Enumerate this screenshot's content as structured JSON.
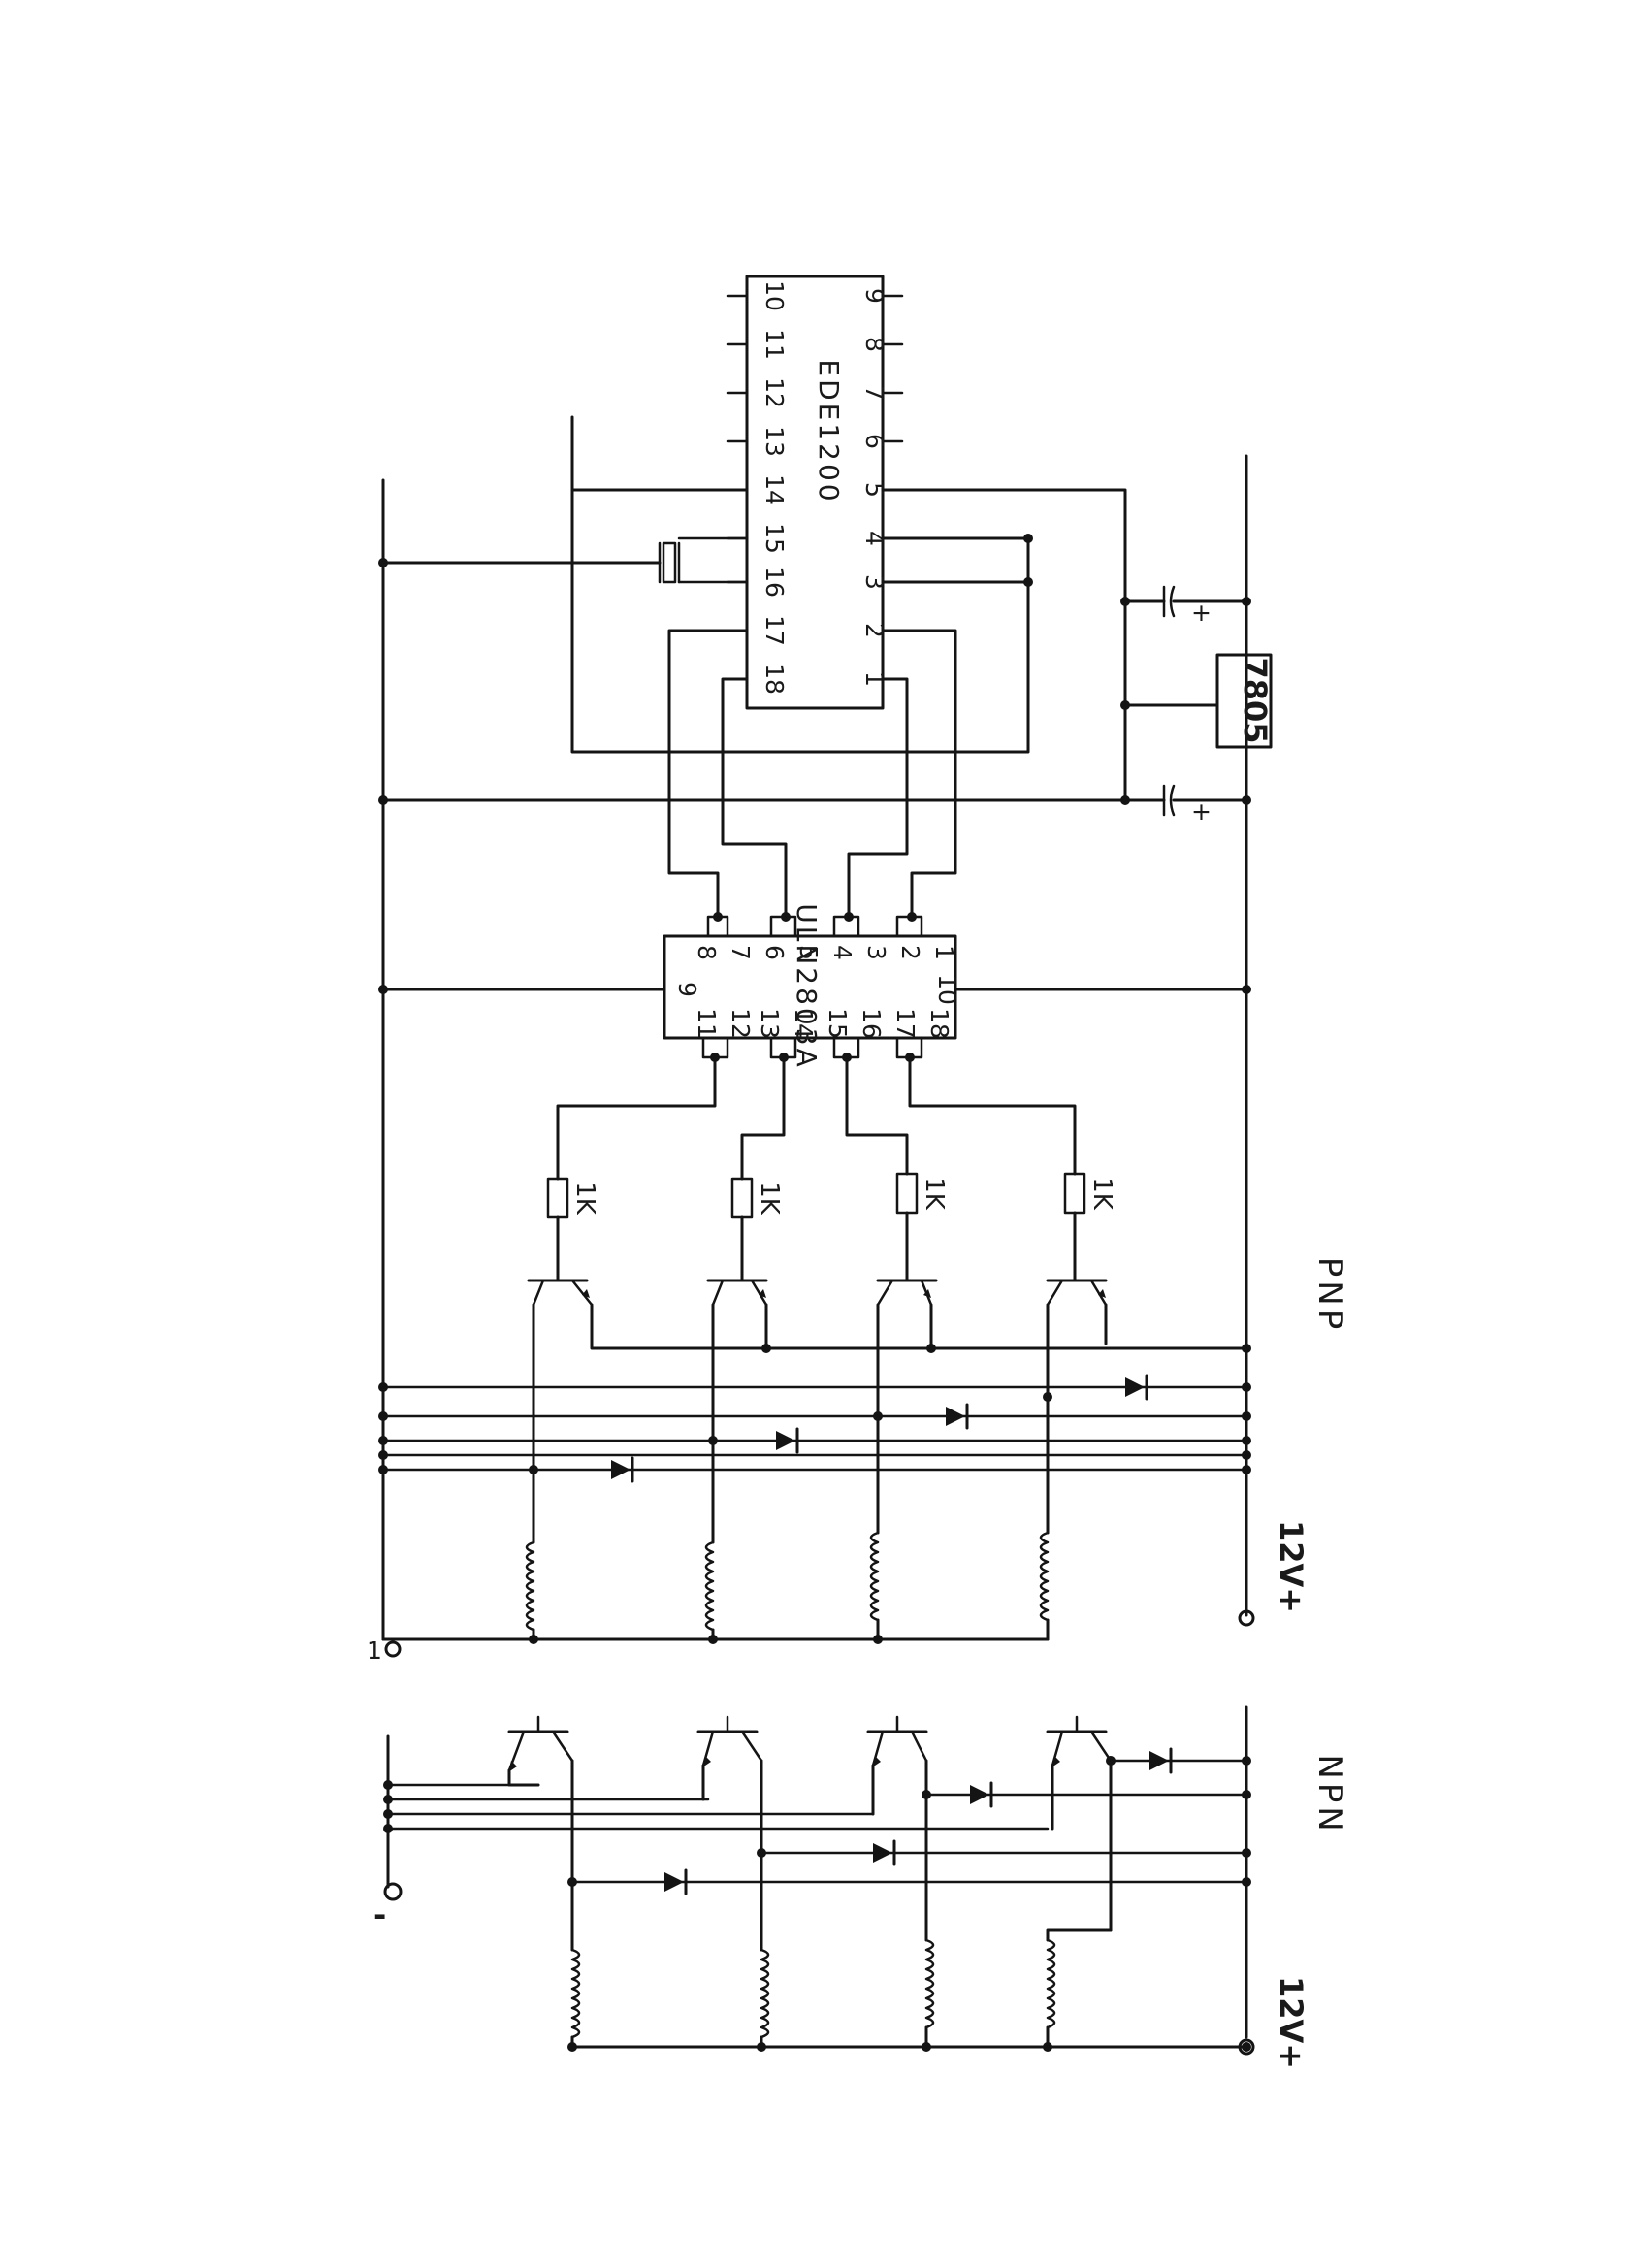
{
  "ic1": {
    "name": "EDE1200",
    "top_pins": [
      "9",
      "8",
      "7",
      "6",
      "5",
      "4",
      "3",
      "2",
      "1"
    ],
    "bottom_pins": [
      "10",
      "11",
      "12",
      "13",
      "14",
      "15",
      "16",
      "17",
      "18"
    ]
  },
  "ic2": {
    "name": "ULN2803A",
    "top_pins": [
      "1",
      "2",
      "3",
      "4",
      "5",
      "6",
      "7",
      "8"
    ],
    "bottom_pins": [
      "18",
      "17",
      "16",
      "15",
      "14",
      "13",
      "12",
      "11"
    ],
    "pin9": "9",
    "pin10": "10"
  },
  "regulator": "7805",
  "resistor_label": "1K",
  "section_pnp": "PNP",
  "section_npn": "NPN",
  "supply_label": "12V+",
  "ground_minus": "-",
  "ground_note": "1",
  "colors": {
    "ink": "#141414",
    "paper": "#ffffff"
  }
}
